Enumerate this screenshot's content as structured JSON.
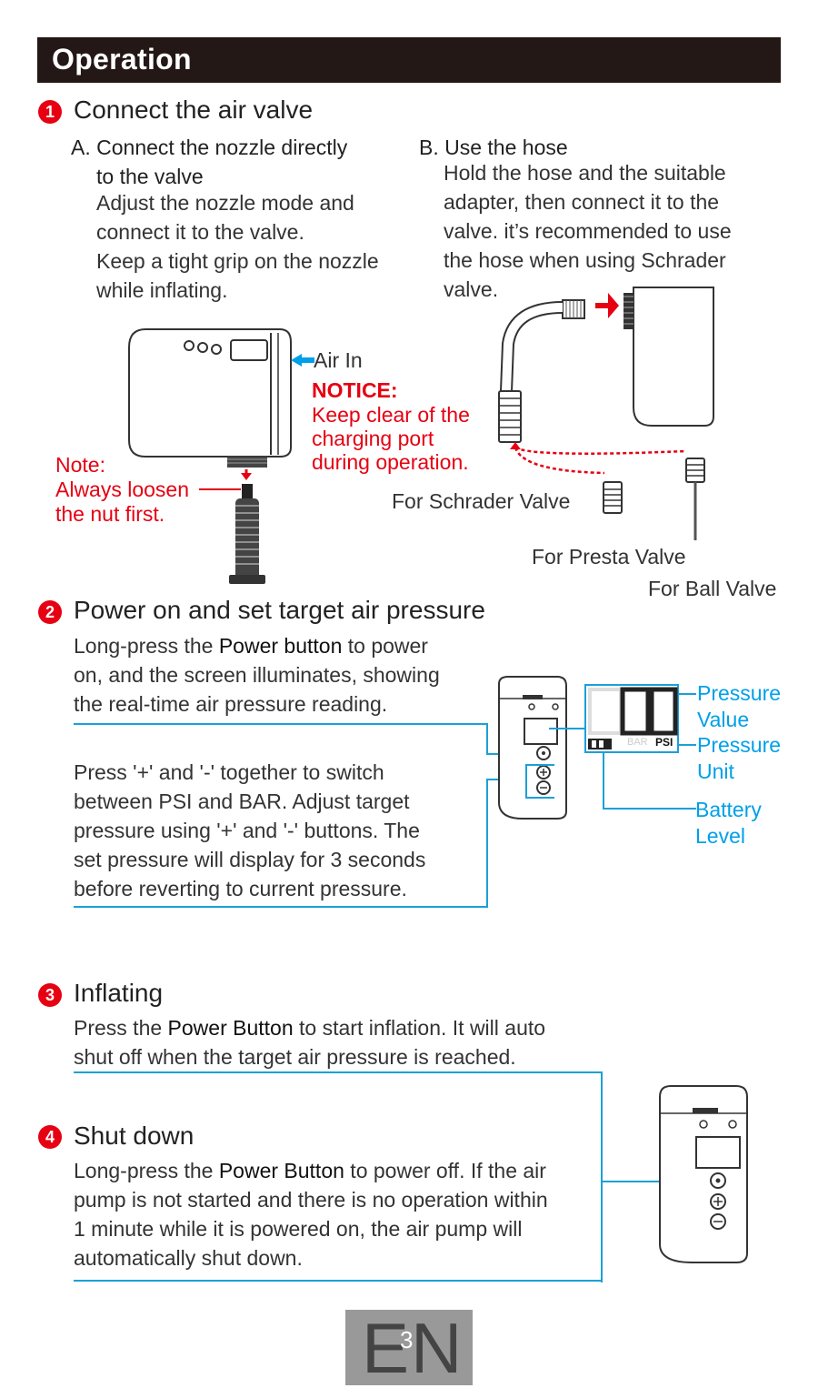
{
  "header": {
    "title": "Operation"
  },
  "section1": {
    "number": "1",
    "title": "Connect the air valve",
    "a_title_line1": "A. Connect the nozzle directly",
    "a_title_line2": "to the valve",
    "a_text": [
      "Adjust the nozzle mode and",
      "connect it to the valve.",
      "Keep a tight grip on the nozzle",
      "while inflating."
    ],
    "b_title": "B. Use the hose",
    "b_text": [
      "Hold the hose and the suitable",
      "adapter, then connect it to the",
      "valve. it’s recommended to use",
      "the hose when using Schrader",
      "valve."
    ],
    "air_in": "Air In",
    "notice_title": "NOTICE:",
    "notice_text": [
      "Keep clear of the",
      "charging port",
      "during operation."
    ],
    "note_text": [
      "Note:",
      "Always loosen",
      "the nut first."
    ],
    "schrader_label": "For Schrader Valve",
    "presta_label": "For Presta Valve",
    "ball_label": "For Ball Valve"
  },
  "section2": {
    "number": "2",
    "title": "Power on and set target air pressure",
    "p1_pre": "Long-press the ",
    "p1_bold": "Power button",
    "p1_post": " to power",
    "p1_line2": "on, and the screen illuminates, showing",
    "p1_line3": "the real-time air pressure reading.",
    "p2": [
      " Press '+' and '-' together to switch",
      "between PSI and BAR.  Adjust target",
      "pressure using '+' and '-' buttons. The",
      "set pressure will display for 3 seconds",
      "before reverting to current pressure."
    ],
    "pressure_value": [
      "Pressure",
      "Value"
    ],
    "pressure_unit": [
      "Pressure",
      "Unit"
    ],
    "battery_level": [
      "Battery",
      "Level"
    ],
    "display_digits": "0.0",
    "display_bar": "BAR",
    "display_psi": "PSI"
  },
  "section3": {
    "number": "3",
    "title": "Inflating",
    "line1_pre": "Press the ",
    "line1_bold": "Power Button",
    "line1_post": " to start inflation. It will auto",
    "line2": "shut off when the target air pressure is reached."
  },
  "section4": {
    "number": "4",
    "title": "Shut down",
    "line1_pre": "Long-press the ",
    "line1_bold": "Power Button",
    "line1_post": " to power off. If the air",
    "lines": [
      "pump is not started and there is no operation within",
      "1 minute while it is powered on, the air pump will",
      "automatically shut down."
    ]
  },
  "footer": {
    "lang": "EN",
    "page": "3"
  },
  "colors": {
    "accent_red": "#e60012",
    "accent_blue": "#00a0e9",
    "header_bg": "#231815"
  }
}
